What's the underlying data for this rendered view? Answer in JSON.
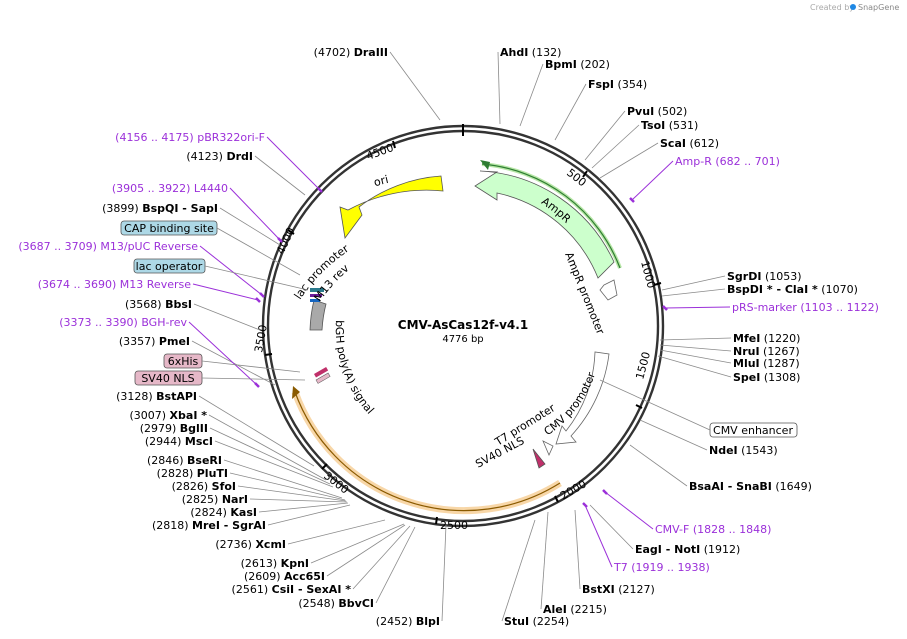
{
  "watermark": {
    "text": "Created by",
    "brand": "SnapGene"
  },
  "plasmid": {
    "name": "CMV-AsCas12f-v4.1",
    "length_label": "4776 bp",
    "length": 4776
  },
  "ticks": [
    "500",
    "1000",
    "1500",
    "2000",
    "2500",
    "3000",
    "3500",
    "4000",
    "4500"
  ],
  "sites": [
    {
      "pos": "(4702)",
      "name": "DraIII"
    },
    {
      "pos": "(132)",
      "name": "AhdI"
    },
    {
      "pos": "(202)",
      "name": "BpmI"
    },
    {
      "pos": "(354)",
      "name": "FspI"
    },
    {
      "pos": "(502)",
      "name": "PvuI"
    },
    {
      "pos": "(531)",
      "name": "TsoI"
    },
    {
      "pos": "(612)",
      "name": "ScaI"
    },
    {
      "pos": "(1053)",
      "name": "SgrDI"
    },
    {
      "pos": "(1070)",
      "name": "BspDI *  -  ClaI *"
    },
    {
      "pos": "(1220)",
      "name": "MfeI"
    },
    {
      "pos": "(1267)",
      "name": "NruI"
    },
    {
      "pos": "(1287)",
      "name": "MluI"
    },
    {
      "pos": "(1308)",
      "name": "SpeI"
    },
    {
      "pos": "(1543)",
      "name": "NdeI"
    },
    {
      "pos": "(1649)",
      "name": "BsaAI  -  SnaBI"
    },
    {
      "pos": "(1912)",
      "name": "EagI  -  NotI"
    },
    {
      "pos": "(2127)",
      "name": "BstXI"
    },
    {
      "pos": "(2215)",
      "name": "AleI"
    },
    {
      "pos": "(2254)",
      "name": "StuI"
    },
    {
      "pos": "(2452)",
      "name": "BlpI"
    },
    {
      "pos": "(2548)",
      "name": "BbvCI"
    },
    {
      "pos": "(2561)",
      "name": "CsiI  -  SexAI *"
    },
    {
      "pos": "(2609)",
      "name": "Acc65I"
    },
    {
      "pos": "(2613)",
      "name": "KpnI"
    },
    {
      "pos": "(2736)",
      "name": "XcmI"
    },
    {
      "pos": "(2818)",
      "name": "MreI  -  SgrAI"
    },
    {
      "pos": "(2824)",
      "name": "KasI"
    },
    {
      "pos": "(2825)",
      "name": "NarI"
    },
    {
      "pos": "(2826)",
      "name": "SfoI"
    },
    {
      "pos": "(2828)",
      "name": "PluTI"
    },
    {
      "pos": "(2846)",
      "name": "BseRI"
    },
    {
      "pos": "(2944)",
      "name": "MscI"
    },
    {
      "pos": "(2979)",
      "name": "BglII"
    },
    {
      "pos": "(3007)",
      "name": "XbaI *"
    },
    {
      "pos": "(3128)",
      "name": "BstAPI"
    },
    {
      "pos": "(3357)",
      "name": "PmeI"
    },
    {
      "pos": "(3568)",
      "name": "BbsI"
    },
    {
      "pos": "(3899)",
      "name": "BspQI  -  SapI"
    },
    {
      "pos": "(4123)",
      "name": "DrdI"
    }
  ],
  "primers": [
    {
      "range": "(4156 .. 4175)",
      "name": "pBR322ori-F"
    },
    {
      "range": "(682 .. 701)",
      "name": "Amp-R"
    },
    {
      "range": "(1103 .. 1122)",
      "name": "pRS-marker"
    },
    {
      "range": "(3905 .. 3922)",
      "name": "L4440"
    },
    {
      "range": "(3687 .. 3709)",
      "name": "M13/pUC Reverse"
    },
    {
      "range": "(3674 .. 3690)",
      "name": "M13 Reverse"
    },
    {
      "range": "(3373 .. 3390)",
      "name": "BGH-rev"
    },
    {
      "range": "(1828 .. 1848)",
      "name": "CMV-F"
    },
    {
      "range": "(1919 .. 1938)",
      "name": "T7"
    }
  ],
  "boxes": [
    "CAP binding site",
    "lac operator",
    "6xHis",
    "SV40 NLS",
    "CMV enhancer"
  ],
  "features": [
    "ori",
    "AmpR",
    "AmpR promoter",
    "lac promoter",
    "M13 rev",
    "bGH poly(A) signal",
    "CMV promoter",
    "T7 promoter",
    "SV40 NLS"
  ],
  "colors": {
    "ori": "#ffff00",
    "ampr": "#ccffcc",
    "cds": "#f5a623",
    "primer": "#9b30d9",
    "backbone": "#333333",
    "polyA": "#a9a9a9",
    "box_blue": "#add8e6",
    "box_pink": "#e6b8c8"
  }
}
